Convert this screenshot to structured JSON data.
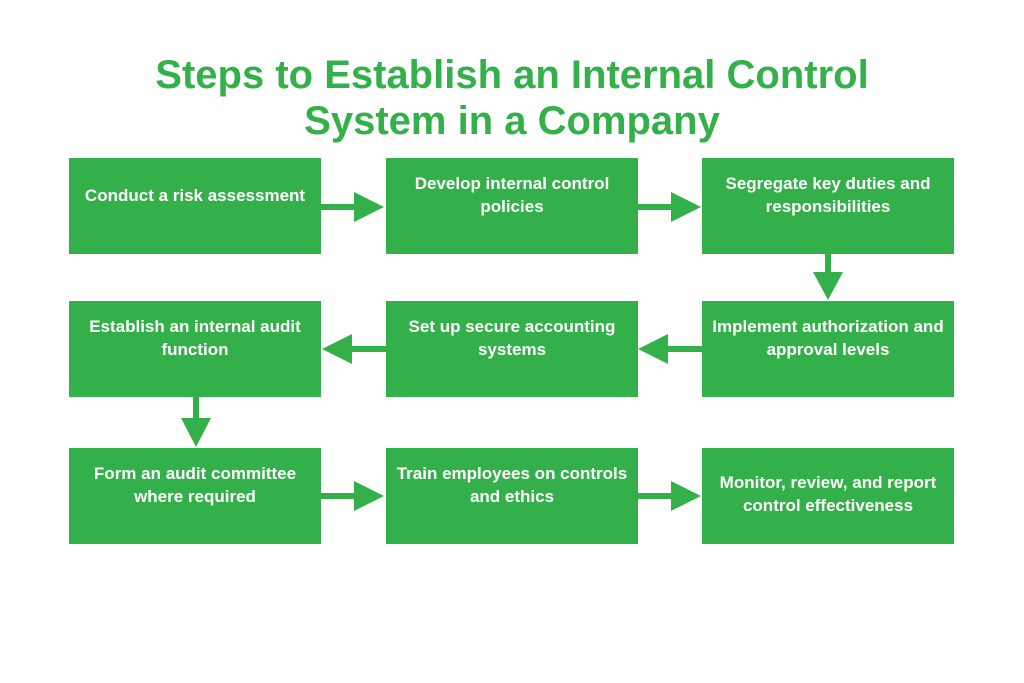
{
  "title": {
    "line1": "Steps to Establish an Internal Control",
    "line2": "System in a Company"
  },
  "colors": {
    "accent": "#34b04a",
    "text_on_accent": "#ffffff",
    "background": "#ffffff"
  },
  "steps": [
    "Conduct a risk assessment",
    "Develop internal control policies",
    "Segregate key duties and responsibilities",
    "Implement authorization and approval levels",
    "Set up secure accounting systems",
    "Establish an internal audit function",
    "Form an audit committee where required",
    "Train employees on controls and ethics",
    "Monitor, review, and report control effectiveness"
  ]
}
